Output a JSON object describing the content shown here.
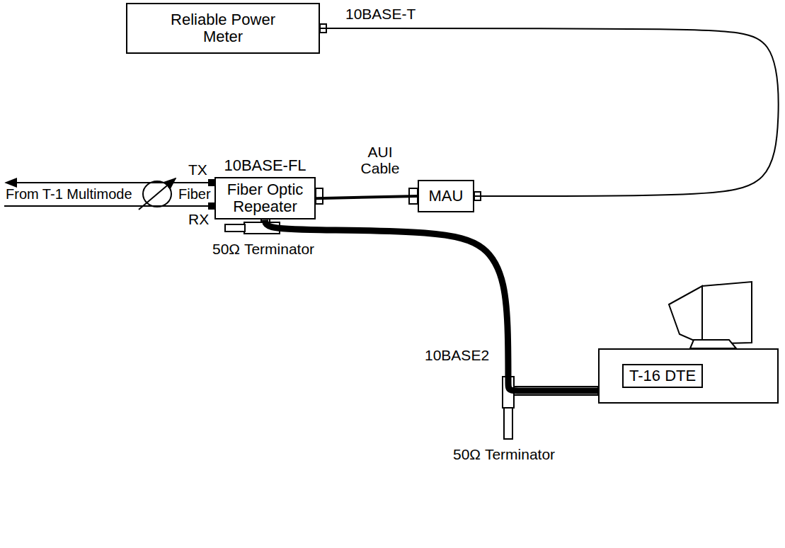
{
  "diagram": {
    "nodes": [
      {
        "text": [
          "Reliable Power Meter"
        ]
      },
      {
        "text": [
          "10BASE-FL",
          "Fiber Optic Repeater"
        ]
      },
      {
        "text": [
          "MAU"
        ]
      },
      {
        "text": [
          "T-16 DTE"
        ]
      }
    ],
    "edges": [
      {
        "from": 0,
        "to": 2,
        "label": "10BASE-T",
        "arrow": "none"
      },
      {
        "from": 1,
        "to": 2,
        "label": "AUI Cable",
        "arrow": "none"
      },
      {
        "from": 1,
        "to": 3,
        "label": "10BASE2",
        "arrow": "none"
      }
    ],
    "labels": [
      "TX",
      "RX",
      "From T-1 Multimode",
      "Fiber",
      "50Ω Terminator",
      "50Ω Terminator"
    ]
  }
}
